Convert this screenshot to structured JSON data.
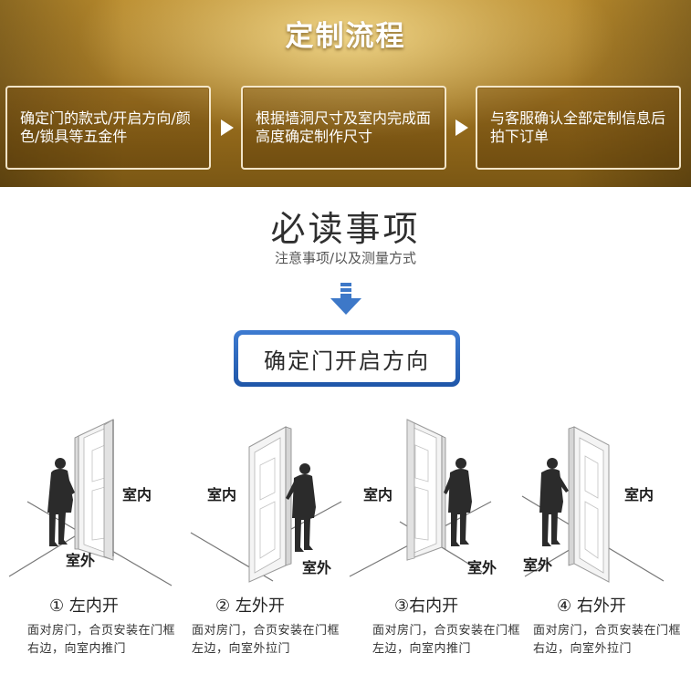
{
  "banner": {
    "title": "定制流程",
    "steps": [
      "确定门的款式/开启方向/颜色/锁具等五金件",
      "根据墙洞尺寸及室内完成面高度确定制作尺寸",
      "与客服确认全部定制信息后拍下订单"
    ]
  },
  "must_read": {
    "title": "必读事项",
    "subtitle": "注意事项/以及测量方式",
    "direction_heading": "确定门开启方向"
  },
  "doors": [
    {
      "inside_label": "室内",
      "outside_label": "室外",
      "title": "① 左内开",
      "desc": "面对房门，合页安装在门框右边，向室内推门"
    },
    {
      "inside_label": "室内",
      "outside_label": "室外",
      "title": "② 左外开",
      "desc": "面对房门，合页安装在门框左边，向室外拉门"
    },
    {
      "inside_label": "室内",
      "outside_label": "室外",
      "title": "③右内开",
      "desc": "面对房门，合页安装在门框左边，向室内推门"
    },
    {
      "inside_label": "室内",
      "outside_label": "室外",
      "title": "④ 右外开",
      "desc": "面对房门，合页安装在门框右边，向室外拉门"
    }
  ],
  "colors": {
    "banner_gold": "#a57a26",
    "box_blue": "#1f56a8",
    "arrow_blue": "#3d78c8"
  }
}
